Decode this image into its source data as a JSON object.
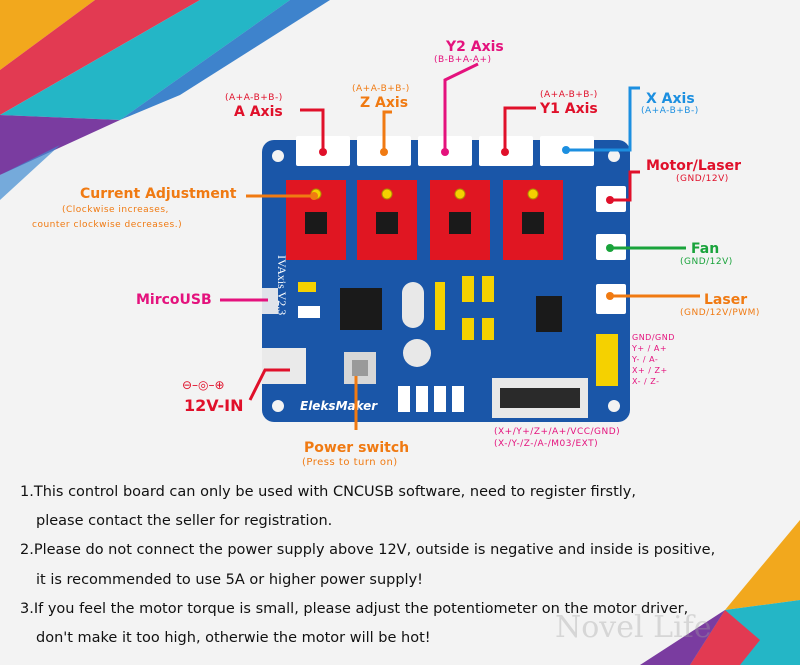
{
  "board": {
    "version": "IVAxis V2.3",
    "brand": "EleksMaker"
  },
  "labels": {
    "a_axis": {
      "title": "A Axis",
      "sub": "(A+A-B+B-)"
    },
    "z_axis": {
      "title": "Z Axis",
      "sub": "(A+A-B+B-)"
    },
    "y2_axis": {
      "title": "Y2 Axis",
      "sub": "(B-B+A-A+)"
    },
    "y1_axis": {
      "title": "Y1 Axis",
      "sub": "(A+A-B+B-)"
    },
    "x_axis": {
      "title": "X Axis",
      "sub": "(A+A-B+B-)"
    },
    "motor_laser": {
      "title": "Motor/Laser",
      "sub": "(GND/12V)"
    },
    "fan": {
      "title": "Fan",
      "sub": "(GND/12V)"
    },
    "laser": {
      "title": "Laser",
      "sub": "(GND/12V/PWM)"
    },
    "current_adjustment": {
      "title": "Current Adjustment",
      "sub1": "(Clockwise increases,",
      "sub2": "counter clockwise decreases.)"
    },
    "usb": {
      "title": "MircoUSB"
    },
    "power_in": {
      "title": "12V-IN",
      "symbol": "⊖–◎–⊕"
    },
    "power_switch": {
      "title": "Power switch",
      "sub": "(Press to turn on)"
    },
    "limit_pins": [
      "GND/GND",
      "Y+ / A+",
      "Y- / A-",
      "X+ / Z+",
      "X- / Z-"
    ],
    "header_line1": "(X+/Y+/Z+/A+/VCC/GND)",
    "header_line2": "(X-/Y-/Z-/A-/M03/EXT)"
  },
  "notes": [
    "1.This control board can only be used with CNCUSB software, need to register firstly,",
    "please contact the seller for registration.",
    "2.Please do not connect the power supply above 12V, outside is negative and inside is positive,",
    "it is recommended to use 5A or higher power supply!",
    "3.If you feel the motor torque is small, please adjust the potentiometer on the motor driver,",
    "don't make it too high, otherwie the motor will be hot!"
  ],
  "watermark": "Novel Life",
  "colors": {
    "board": "#1a56a8",
    "driver": "#e01622",
    "red": "#e0102a",
    "orange": "#f07a12",
    "pink": "#e4127d",
    "blue": "#1c8fe0",
    "green": "#19a33b"
  }
}
